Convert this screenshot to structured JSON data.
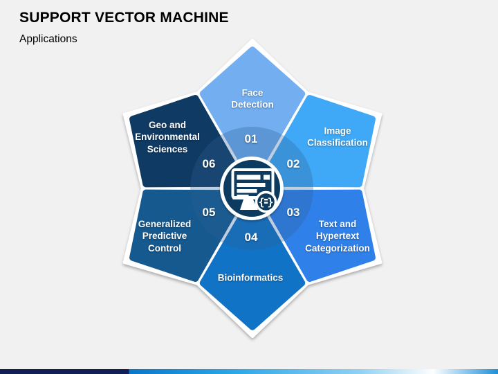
{
  "slide": {
    "title": "SUPPORT VECTOR MACHINE",
    "subtitle": "Applications",
    "background": "#F1F1F2"
  },
  "diagram": {
    "hub": {
      "fill": "#0E3A5E",
      "ring": "#FFFFFF",
      "icon": "computer-code-monitor-icon",
      "brace_left": "{",
      "brace_right": "}"
    },
    "overlay_ring_color": "rgba(45,95,150,0.30)",
    "petals": [
      {
        "number": "01",
        "lines": [
          "Face",
          "Detection"
        ],
        "color": "#72AEF0"
      },
      {
        "number": "02",
        "lines": [
          "Image",
          "Classification"
        ],
        "color": "#3FA9F7"
      },
      {
        "number": "03",
        "lines": [
          "Text and",
          "Hypertext",
          "Categorization"
        ],
        "color": "#2F80E8"
      },
      {
        "number": "04",
        "lines": [
          "Bioinformatics"
        ],
        "color": "#1173C5"
      },
      {
        "number": "05",
        "lines": [
          "Generalized",
          "Predictive",
          "Control"
        ],
        "color": "#15598F"
      },
      {
        "number": "06",
        "lines": [
          "Geo and",
          "Environmental",
          "Sciences"
        ],
        "color": "#0F3A63"
      }
    ]
  },
  "footer": {
    "gradient": [
      "#111F55",
      "#111F55",
      "#0877CB",
      "#2FA9E9",
      "#8FD0F2",
      "#FDFEFF",
      "#1E90D8"
    ]
  }
}
